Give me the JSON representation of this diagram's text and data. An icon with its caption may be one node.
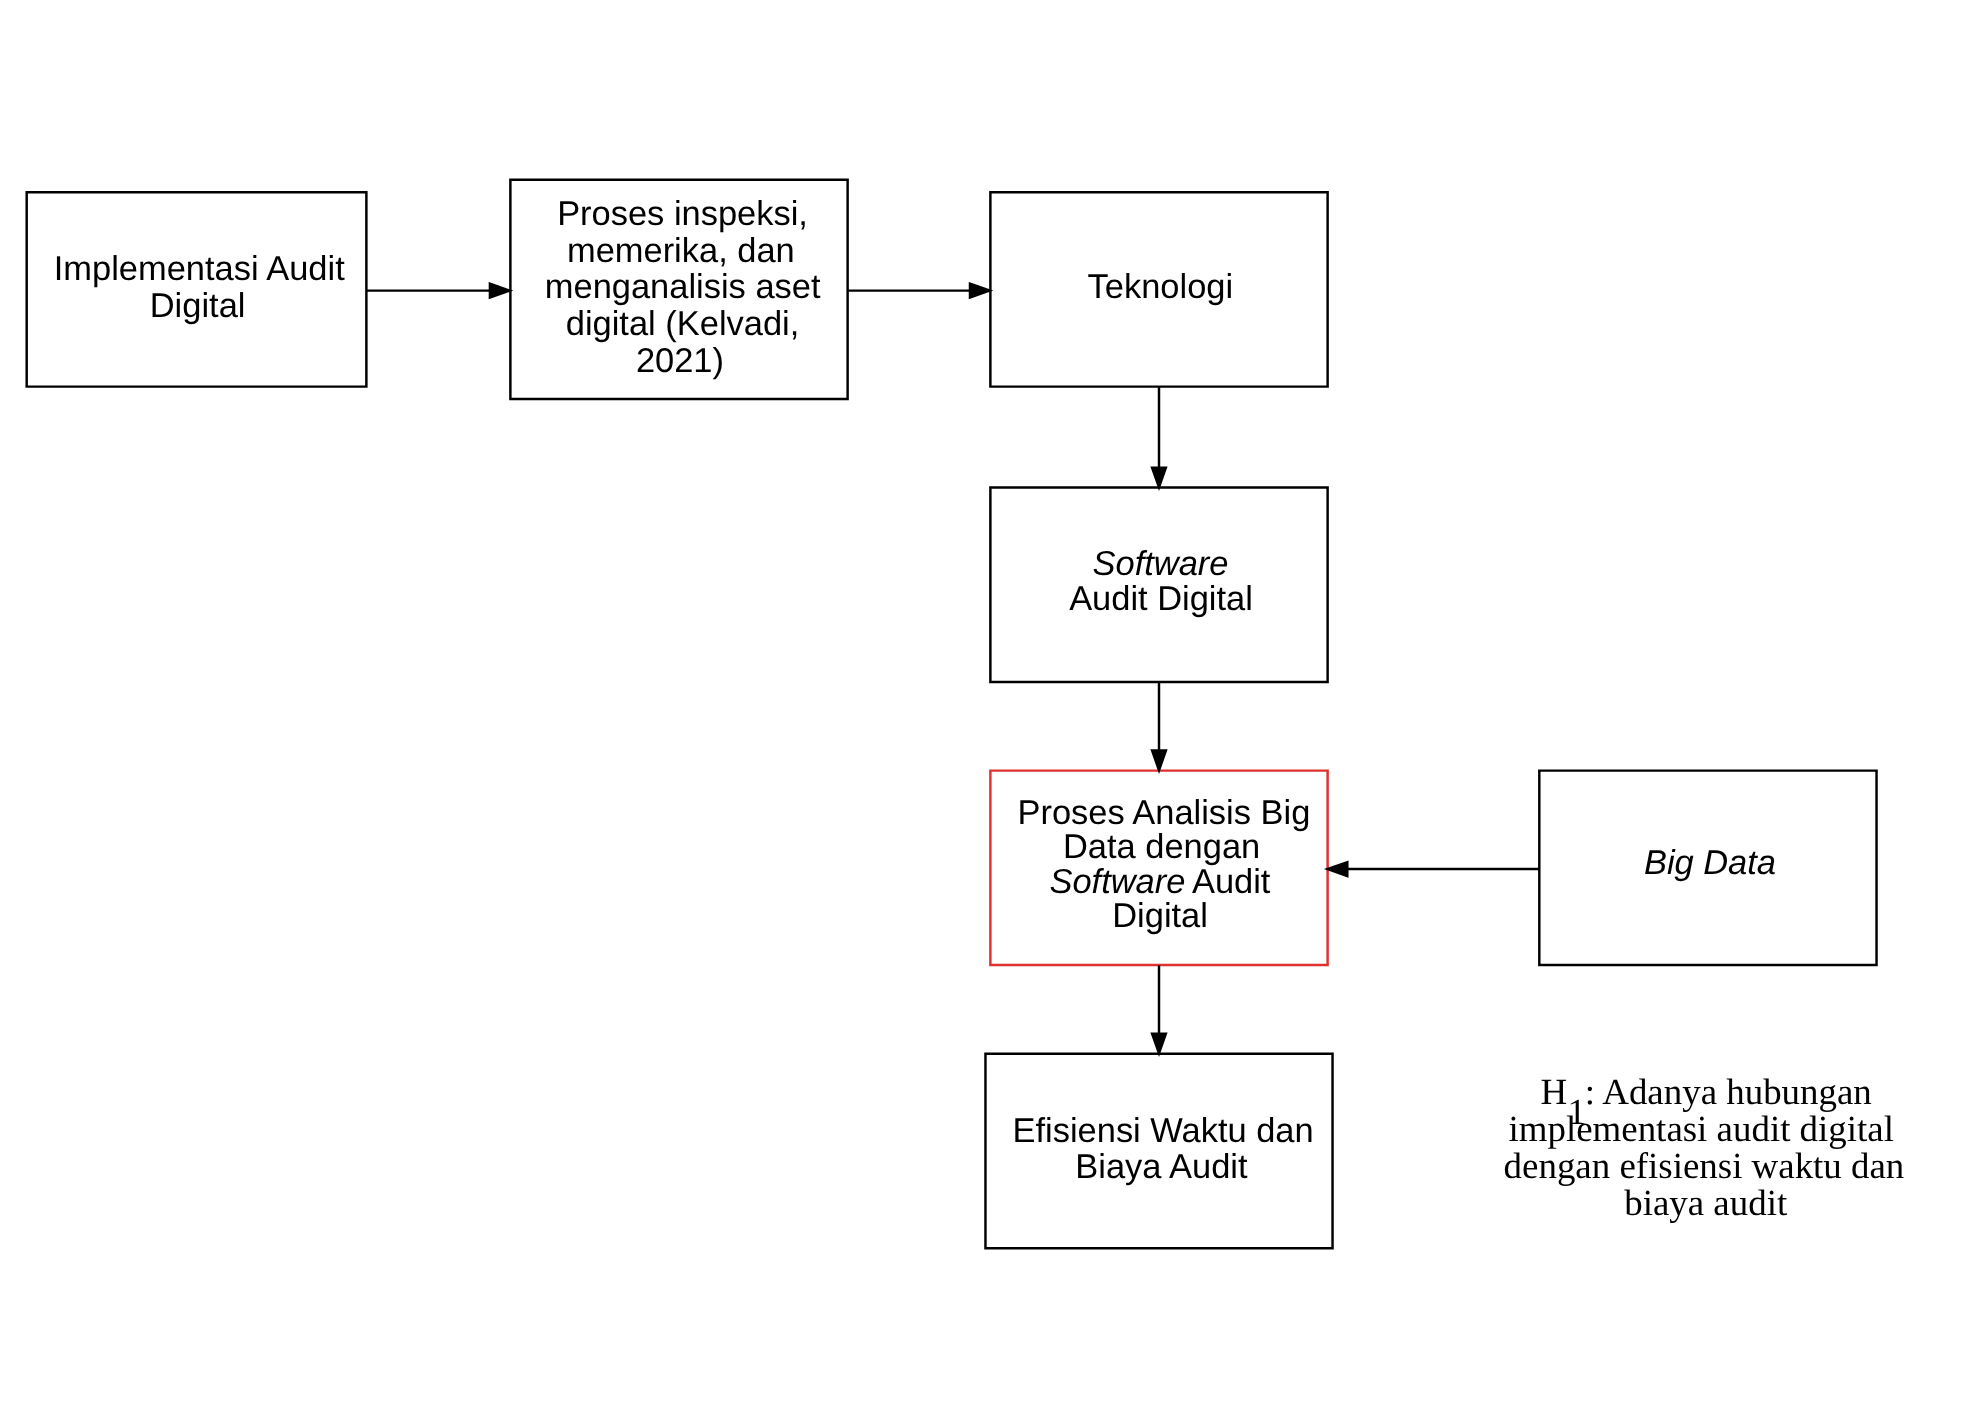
{
  "diagram": {
    "nodes": [
      {
        "text": [
          "Implementasi Audit Digital"
        ]
      },
      {
        "text": [
          "Proses inspeksi, memerika, dan menganalisis aset digital (Kelvadi, 2021)"
        ]
      },
      {
        "text": [
          "Teknologi"
        ]
      },
      {
        "text": [
          "*Software* Audit Digital"
        ]
      },
      {
        "text": [
          "Proses Analisis Big Data dengan *Software* Audit Digital"
        ]
      },
      {
        "text": [
          "Big Data"
        ]
      },
      {
        "text": [
          "Efisiensi Waktu dan Biaya Audit"
        ]
      }
    ],
    "edges": [
      {
        "from": 0,
        "to": 1,
        "arrow": "to"
      },
      {
        "from": 1,
        "to": 2,
        "arrow": "to"
      },
      {
        "from": 2,
        "to": 3,
        "arrow": "to"
      },
      {
        "from": 3,
        "to": 4,
        "arrow": "to"
      },
      {
        "from": 5,
        "to": 4,
        "arrow": "to"
      },
      {
        "from": 4,
        "to": 6,
        "arrow": "to"
      }
    ],
    "labels": [
      "H$_{1}$: Adanya hubungan implementasi audit digital dengan efisiensi waktu dan biaya audit"
    ]
  }
}
